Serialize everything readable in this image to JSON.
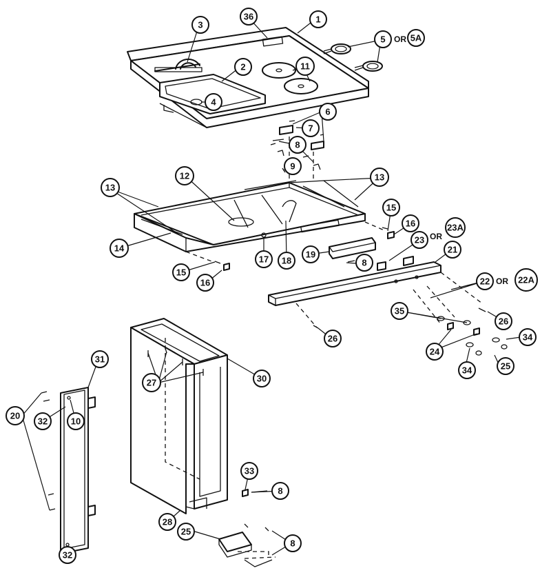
{
  "or_word": "OR",
  "callouts": {
    "c1": "1",
    "c2": "2",
    "c3": "3",
    "c4": "4",
    "c5": "5",
    "c5a": "5A",
    "c6": "6",
    "c7": "7",
    "c8a": "8",
    "c9": "9",
    "c11": "11",
    "c12": "12",
    "c13a": "13",
    "c13b": "13",
    "c14": "14",
    "c15a": "15",
    "c15b": "15",
    "c16a": "16",
    "c16b": "16",
    "c17": "17",
    "c18": "18",
    "c19": "19",
    "c8b": "8",
    "c23": "23",
    "c23a": "23A",
    "c21": "21",
    "c22": "22",
    "c22a": "22A",
    "c35": "35",
    "c26a": "26",
    "c26b": "26",
    "c34a": "34",
    "c24": "24",
    "c34b": "34",
    "c25a": "25",
    "c31": "31",
    "c20": "20",
    "c32a": "32",
    "c10": "10",
    "c32b": "32",
    "c27": "27",
    "c30": "30",
    "c36": "36",
    "c33": "33",
    "c8c": "8",
    "c28": "28",
    "c25b": "25",
    "c8d": "8"
  }
}
